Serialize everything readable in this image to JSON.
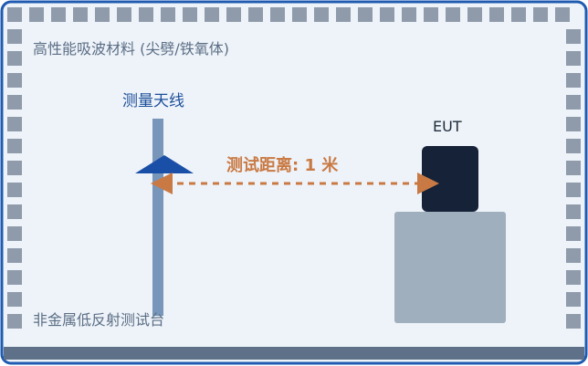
{
  "chamber": {
    "title": "高性能吸波材料 (尖劈/铁氧体)",
    "ground_label": "非金属低反射测试台"
  },
  "antenna": {
    "label": "测量天线"
  },
  "eut": {
    "label": "EUT"
  },
  "distance": {
    "label": "测试距离: 1 米"
  },
  "colors": {
    "frame": "#1f5bb0",
    "absorber": "#8f9bab",
    "chamber_bg": "#eef3f9",
    "floor": "#5e7189",
    "mast": "#7895ba",
    "antenna_head": "#1a4fa8",
    "eut_box": "#162238",
    "table": "#a0afbd",
    "distance": "#c97a44"
  }
}
